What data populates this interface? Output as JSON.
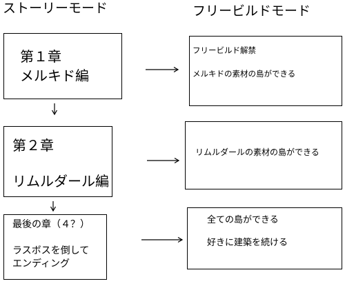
{
  "headings": {
    "story": "ストーリーモード",
    "free": "フリービルドモード"
  },
  "story_boxes": [
    {
      "lines": [
        "第１章",
        "メルキド編"
      ]
    },
    {
      "lines": [
        "第２章",
        "リムルダール編"
      ]
    },
    {
      "lines": [
        "最後の章（４？）",
        "ラスボスを倒して",
        "エンディング"
      ]
    }
  ],
  "free_boxes": [
    {
      "lines": [
        "フリービルド解禁",
        "メルキドの素材の島ができる"
      ]
    },
    {
      "lines": [
        "リムルダールの素材の島ができる"
      ]
    },
    {
      "lines": [
        "全ての島ができる",
        "好きに建築を続ける"
      ]
    }
  ]
}
